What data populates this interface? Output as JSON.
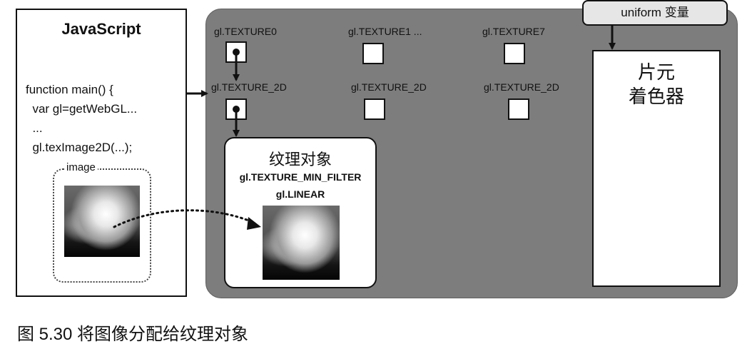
{
  "javascript_panel": {
    "title": "JavaScript",
    "code_lines": [
      "function main() {",
      "  var gl=getWebGL...",
      "  ...",
      "  gl.texImage2D(...);"
    ],
    "image_label": "image"
  },
  "texture_units": [
    {
      "label": "gl.TEXTURE0",
      "target": "gl.TEXTURE_2D",
      "bound": true
    },
    {
      "label": "gl.TEXTURE1 ...",
      "target": "gl.TEXTURE_2D",
      "bound": false
    },
    {
      "label": "gl.TEXTURE7",
      "target": "gl.TEXTURE_2D",
      "bound": false
    }
  ],
  "texture_object": {
    "title": "纹理对象",
    "param_name": "gl.TEXTURE_MIN_FILTER",
    "param_value": "gl.LINEAR"
  },
  "fragment_shader": {
    "line1": "片元",
    "line2": "着色器"
  },
  "uniform": {
    "label": "uniform 变量"
  },
  "caption": "图 5.30  将图像分配给纹理对象",
  "colors": {
    "panel_gray": "#7d7d7d",
    "uniform_box": "#e6e6e6",
    "ink": "#111111"
  }
}
